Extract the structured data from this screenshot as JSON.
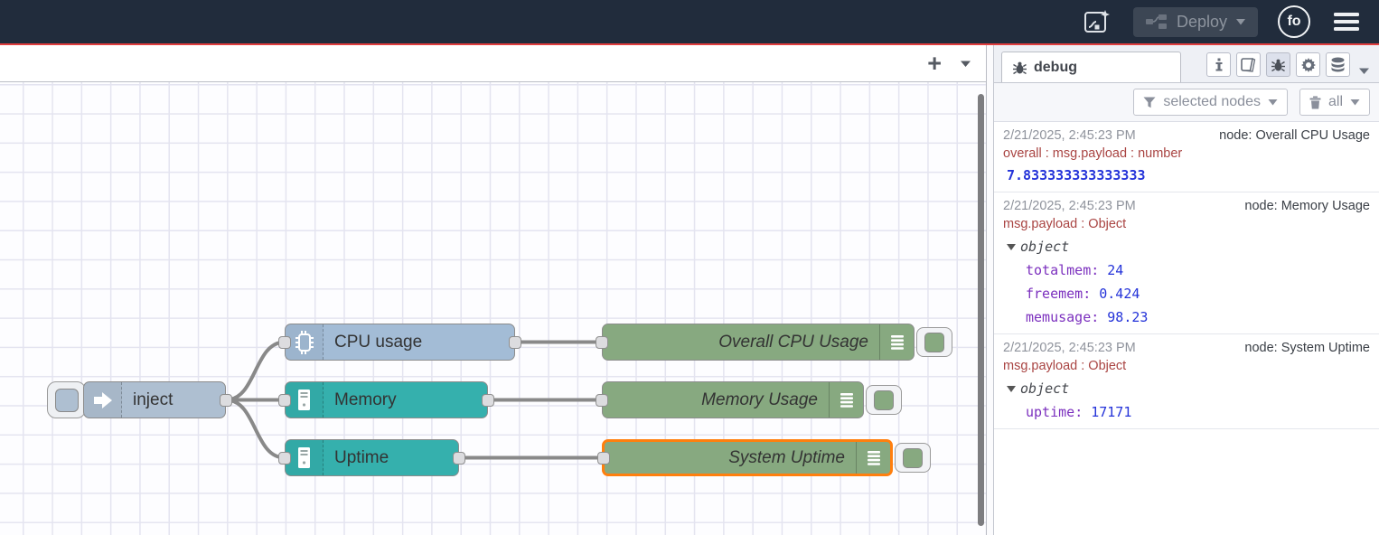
{
  "header": {
    "deploy_label": "Deploy",
    "avatar_initials": "fo"
  },
  "canvas": {
    "tabbar": {
      "add_label": "+"
    },
    "nodes": {
      "inject": {
        "label": "inject",
        "color": "#aebfd1"
      },
      "cpu": {
        "label": "CPU usage",
        "color": "#a3bcd6"
      },
      "memory": {
        "label": "Memory",
        "color": "#35b0ad"
      },
      "uptime": {
        "label": "Uptime",
        "color": "#35b0ad"
      },
      "debug_cpu": {
        "label": "Overall CPU Usage",
        "color": "#87a980"
      },
      "debug_mem": {
        "label": "Memory Usage",
        "color": "#87a980"
      },
      "debug_uptime": {
        "label": "System Uptime",
        "color": "#87a980",
        "selected": true
      }
    },
    "colors": {
      "selection": "#ff7f0e",
      "wire": "#898989",
      "grid_line": "#e4e4f0",
      "header_bg": "#212c3c",
      "accent_red": "#e03e3e"
    }
  },
  "sidebar": {
    "tab_label": "debug",
    "filter_label": "selected nodes",
    "clear_label": "all",
    "colors": {
      "timestamp": "#8f939c",
      "meta": "#a94442",
      "json_key": "#7b2fbe",
      "json_number": "#2433d9"
    },
    "messages": [
      {
        "timestamp": "2/21/2025, 2:45:23 PM",
        "node": "node: Overall CPU Usage",
        "meta": "overall : msg.payload : number",
        "value": "7.833333333333333"
      },
      {
        "timestamp": "2/21/2025, 2:45:23 PM",
        "node": "node: Memory Usage",
        "meta": "msg.payload : Object",
        "object_label": "object",
        "entries": [
          {
            "key": "totalmem",
            "value": "24"
          },
          {
            "key": "freemem",
            "value": "0.424"
          },
          {
            "key": "memusage",
            "value": "98.23"
          }
        ]
      },
      {
        "timestamp": "2/21/2025, 2:45:23 PM",
        "node": "node: System Uptime",
        "meta": "msg.payload : Object",
        "object_label": "object",
        "entries": [
          {
            "key": "uptime",
            "value": "17171"
          }
        ]
      }
    ]
  }
}
